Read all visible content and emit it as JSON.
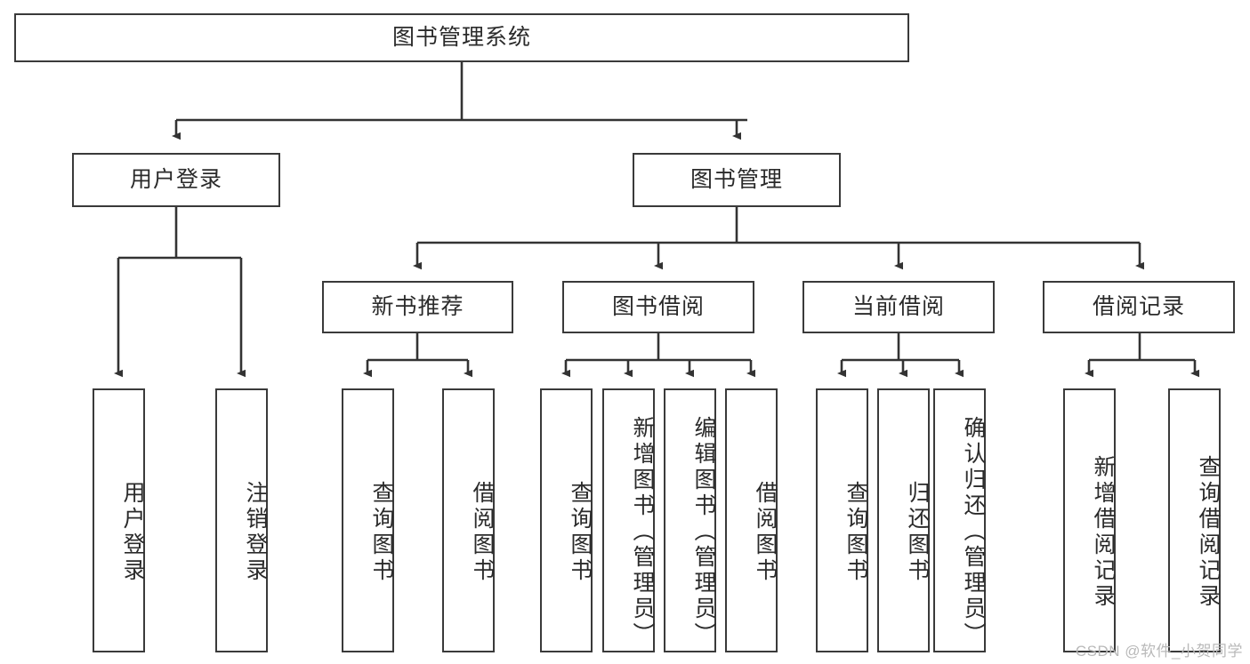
{
  "diagram": {
    "type": "tree",
    "title": "图书管理系统",
    "orientation": "top-down",
    "edge_style": "orthogonal-arrow",
    "colors": {
      "node_border": "#3a3a3a",
      "node_fill": "#ffffff",
      "edge": "#333333",
      "text": "#2b2b2b",
      "watermark": "#b9b9b9",
      "background": "#ffffff"
    }
  },
  "watermark": {
    "text": "CSDN @软件_小贺同学"
  },
  "nodes": {
    "root": {
      "id": "root",
      "label": "图书管理系统",
      "level": 0,
      "orientation": "horizontal"
    },
    "level1": [
      {
        "id": "user-login",
        "label": "用户登录",
        "level": 1,
        "orientation": "horizontal"
      },
      {
        "id": "book-management",
        "label": "图书管理",
        "level": 1,
        "orientation": "horizontal"
      }
    ],
    "level2": [
      {
        "id": "new-book-recommend",
        "label": "新书推荐",
        "level": 2,
        "orientation": "horizontal",
        "parent": "book-management"
      },
      {
        "id": "book-borrow",
        "label": "图书借阅",
        "level": 2,
        "orientation": "horizontal",
        "parent": "book-management"
      },
      {
        "id": "current-borrow",
        "label": "当前借阅",
        "level": 2,
        "orientation": "horizontal",
        "parent": "book-management"
      },
      {
        "id": "borrow-record",
        "label": "借阅记录",
        "level": 2,
        "orientation": "horizontal",
        "parent": "book-management"
      }
    ],
    "leaves": [
      {
        "id": "leaf-user-login",
        "label": "用户登录",
        "orientation": "vertical",
        "parent": "user-login"
      },
      {
        "id": "leaf-logout-login",
        "label": "注销登录",
        "orientation": "vertical",
        "parent": "user-login"
      },
      {
        "id": "leaf-query-book-1",
        "label": "查询图书",
        "orientation": "vertical",
        "parent": "new-book-recommend"
      },
      {
        "id": "leaf-borrow-book-1",
        "label": "借阅图书",
        "orientation": "vertical",
        "parent": "new-book-recommend"
      },
      {
        "id": "leaf-query-book-2",
        "label": "查询图书",
        "orientation": "vertical",
        "parent": "book-borrow"
      },
      {
        "id": "leaf-add-book-admin",
        "label": "新增图书（管理员）",
        "orientation": "vertical",
        "parent": "book-borrow"
      },
      {
        "id": "leaf-edit-book-admin",
        "label": "编辑图书（管理员）",
        "orientation": "vertical",
        "parent": "book-borrow"
      },
      {
        "id": "leaf-borrow-book-2",
        "label": "借阅图书",
        "orientation": "vertical",
        "parent": "book-borrow"
      },
      {
        "id": "leaf-query-book-3",
        "label": "查询图书",
        "orientation": "vertical",
        "parent": "current-borrow"
      },
      {
        "id": "leaf-return-book",
        "label": "归还图书",
        "orientation": "vertical",
        "parent": "current-borrow"
      },
      {
        "id": "leaf-confirm-return-admin",
        "label": "确认归还（管理员）",
        "orientation": "vertical",
        "parent": "current-borrow"
      },
      {
        "id": "leaf-add-borrow-record",
        "label": "新增借阅记录",
        "orientation": "vertical",
        "parent": "borrow-record"
      },
      {
        "id": "leaf-query-borrow-record",
        "label": "查询借阅记录",
        "orientation": "vertical",
        "parent": "borrow-record"
      }
    ]
  }
}
